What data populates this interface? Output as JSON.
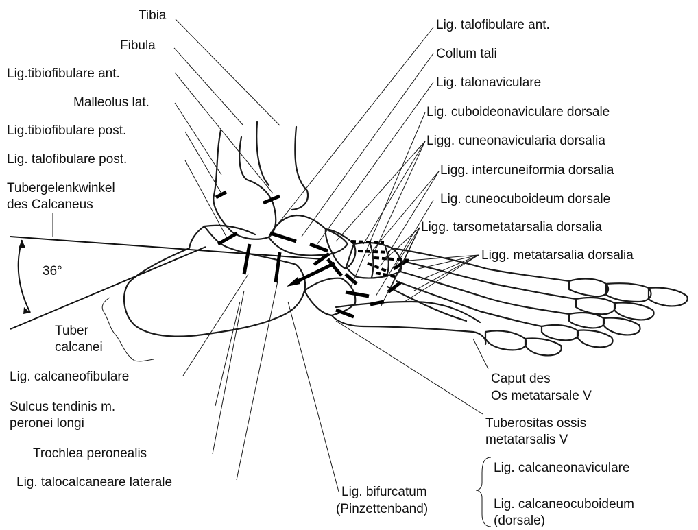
{
  "labels": {
    "tibia": "Tibia",
    "fibula": "Fibula",
    "lig_tibiofibulare_ant": "Lig.tibiofibulare ant.",
    "malleolus_lat": "Malleolus lat.",
    "lig_tibiofibulare_post": "Lig.tibiofibulare post.",
    "lig_talofibulare_post": "Lig. talofibulare post.",
    "tubergelenkwinkel_1": "Tubergelenkwinkel",
    "tubergelenkwinkel_2": "des Calcaneus",
    "angle": "36°",
    "tuber_1": "Tuber",
    "tuber_2": "calcanei",
    "lig_calcaneofibulare": "Lig. calcaneofibulare",
    "sulcus_1": "Sulcus tendinis m.",
    "sulcus_2": "peronei longi",
    "trochlea": "Trochlea peronealis",
    "lig_talocalcaneare": "Lig. talocalcaneare laterale",
    "lig_talofibulare_ant": "Lig. talofibulare ant.",
    "collum_tali": "Collum tali",
    "lig_talonaviculare": "Lig. talonaviculare",
    "lig_cuboideonaviculare": "Lig. cuboideonaviculare dorsale",
    "ligg_cuneonavicularia": "Ligg. cuneonavicularia dorsalia",
    "ligg_intercuneiformia": "Ligg. intercuneiformia dorsalia",
    "lig_cuneocuboideum": "Lig. cuneocuboideum dorsale",
    "ligg_tarsometatarsalia": "Ligg. tarsometatarsalia dorsalia",
    "ligg_metatarsalia": "Ligg. metatarsalia dorsalia",
    "caput_1": "Caput des",
    "caput_2": "Os metatarsale V",
    "tuberositas_1": "Tuberositas ossis",
    "tuberositas_2": "metatarsalis V",
    "lig_calcaneonaviculare": "Lig. calcaneonaviculare",
    "lig_bifurcatum_1": "Lig. bifurcatum",
    "lig_bifurcatum_2": "(Pinzettenband)",
    "lig_calcaneocuboideum_1": "Lig. calcaneocuboideum",
    "lig_calcaneocuboideum_2": "(dorsale)"
  }
}
